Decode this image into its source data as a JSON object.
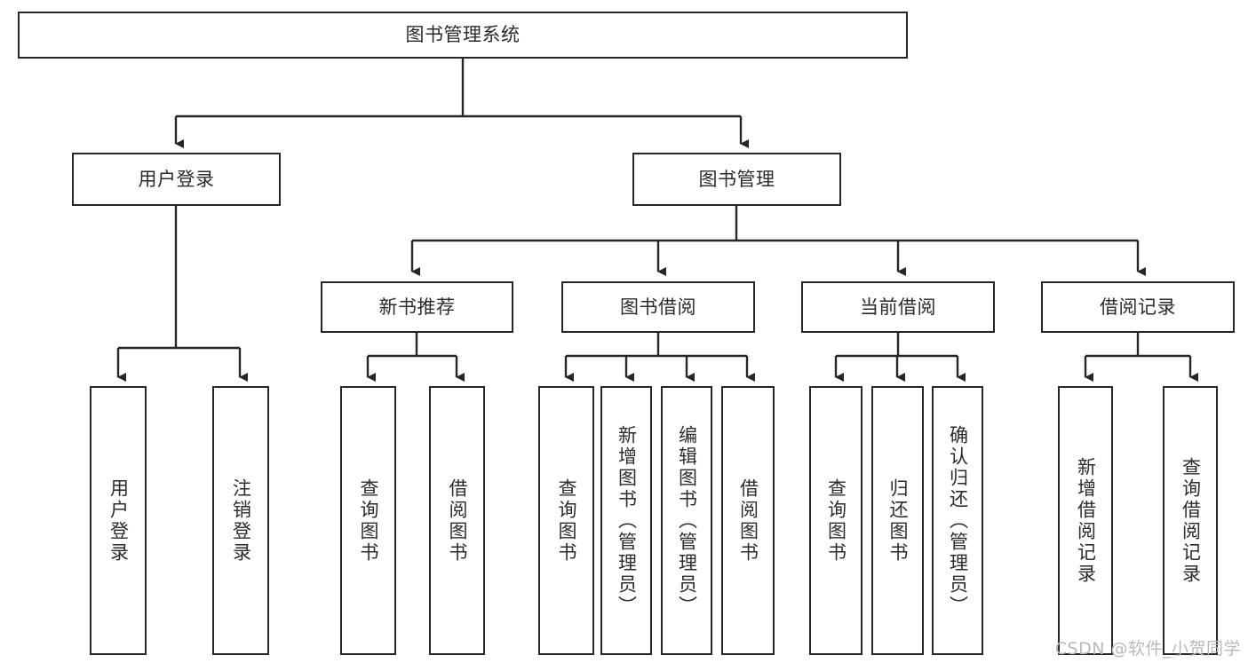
{
  "diagram": {
    "title": "图书管理系统",
    "watermark": "CSDN @软件_小贺同学",
    "line_color": "#262626",
    "text_color": "#2b2b2b",
    "background": "#ffffff"
  },
  "nodes": {
    "root": {
      "label": "图书管理系统"
    },
    "level2": [
      {
        "label": "用户登录"
      },
      {
        "label": "图书管理"
      }
    ],
    "level3": [
      {
        "label": "新书推荐"
      },
      {
        "label": "图书借阅"
      },
      {
        "label": "当前借阅"
      },
      {
        "label": "借阅记录"
      }
    ],
    "leaves": {
      "user_login": [
        {
          "label": "用户登录"
        },
        {
          "label": "注销登录"
        }
      ],
      "new_book": [
        {
          "label": "查询图书"
        },
        {
          "label": "借阅图书"
        }
      ],
      "book_borrow": [
        {
          "label": "查询图书"
        },
        {
          "label": "新增图书（管理员）"
        },
        {
          "label": "编辑图书（管理员）"
        },
        {
          "label": "借阅图书"
        }
      ],
      "current_borrow": [
        {
          "label": "查询图书"
        },
        {
          "label": "归还图书"
        },
        {
          "label": "确认归还（管理员）"
        }
      ],
      "borrow_record": [
        {
          "label": "新增借阅记录"
        },
        {
          "label": "查询借阅记录"
        }
      ]
    }
  }
}
